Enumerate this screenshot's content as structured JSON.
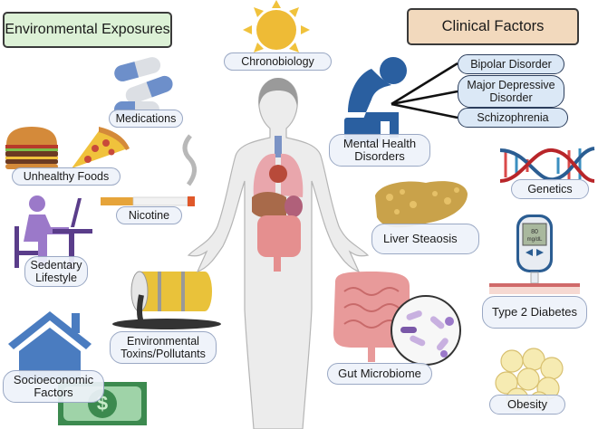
{
  "headers": {
    "environmental": "Environmental Exposures",
    "clinical": "Clinical Factors"
  },
  "environmental_factors": {
    "chronobiology": "Chronobiology",
    "medications": "Medications",
    "unhealthy_foods": "Unhealthy Foods",
    "nicotine": "Nicotine",
    "sedentary_line1": "Sedentary",
    "sedentary_line2": "Lifestyle",
    "toxins_line1": "Environmental",
    "toxins_line2": "Toxins/Pollutants",
    "socio_line1": "Socioeconomic",
    "socio_line2": "Factors"
  },
  "clinical_factors": {
    "mental_line1": "Mental Health",
    "mental_line2": "Disorders",
    "subtypes": [
      "Bipolar Disorder",
      "Major Depressive Disorder",
      "Schizophrenia"
    ],
    "mdd_line1": "Major Depressive",
    "mdd_line2": "Disorder",
    "genetics": "Genetics",
    "liver": "Liver Steaosis",
    "diabetes": "Type 2 Diabetes",
    "glucose_value": "80",
    "glucose_unit": "mg/dL",
    "gut": "Gut Microbiome",
    "obesity": "Obesity"
  },
  "colors": {
    "env_header_bg": "#dcf1d6",
    "clin_header_bg": "#f2d9bd",
    "pill_bg": "#eef2fa",
    "mental_blue": "#2a5fa0",
    "house_blue": "#4a7cc0",
    "sun": "#f0c23c",
    "barrel": "#e9c23a",
    "money_green": "#3c8a4f",
    "purple": "#8a67b8"
  }
}
